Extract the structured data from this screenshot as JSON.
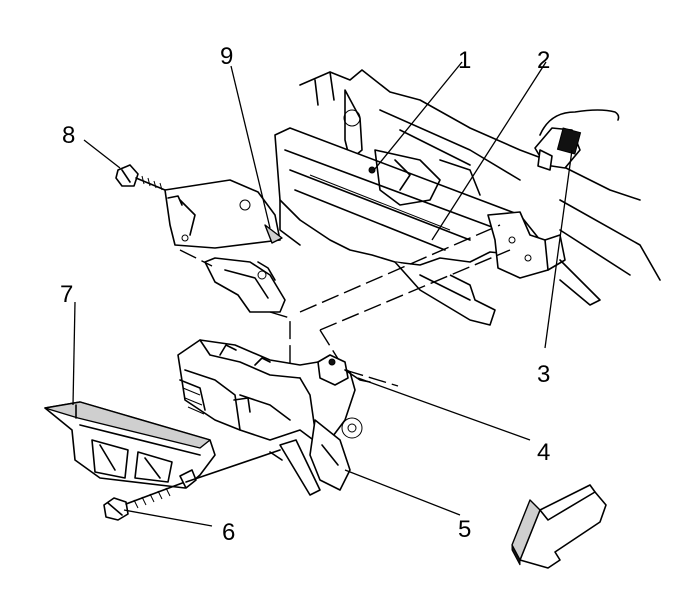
{
  "callouts": {
    "c1": "1",
    "c2": "2",
    "c3": "3",
    "c4": "4",
    "c5": "5",
    "c6": "6",
    "c7": "7",
    "c8": "8",
    "c9": "9"
  },
  "parts": [
    "radiator-support",
    "wire-harness-connector",
    "headlamp-bracket",
    "headlamp-assembly",
    "bolt",
    "headlamp-filler-panel",
    "bolt",
    "headlamp-cover-plate",
    "front-direction-arrow"
  ],
  "colors": {
    "ink": "#000000",
    "background": "#ffffff",
    "shade": "#cfcfcf"
  }
}
